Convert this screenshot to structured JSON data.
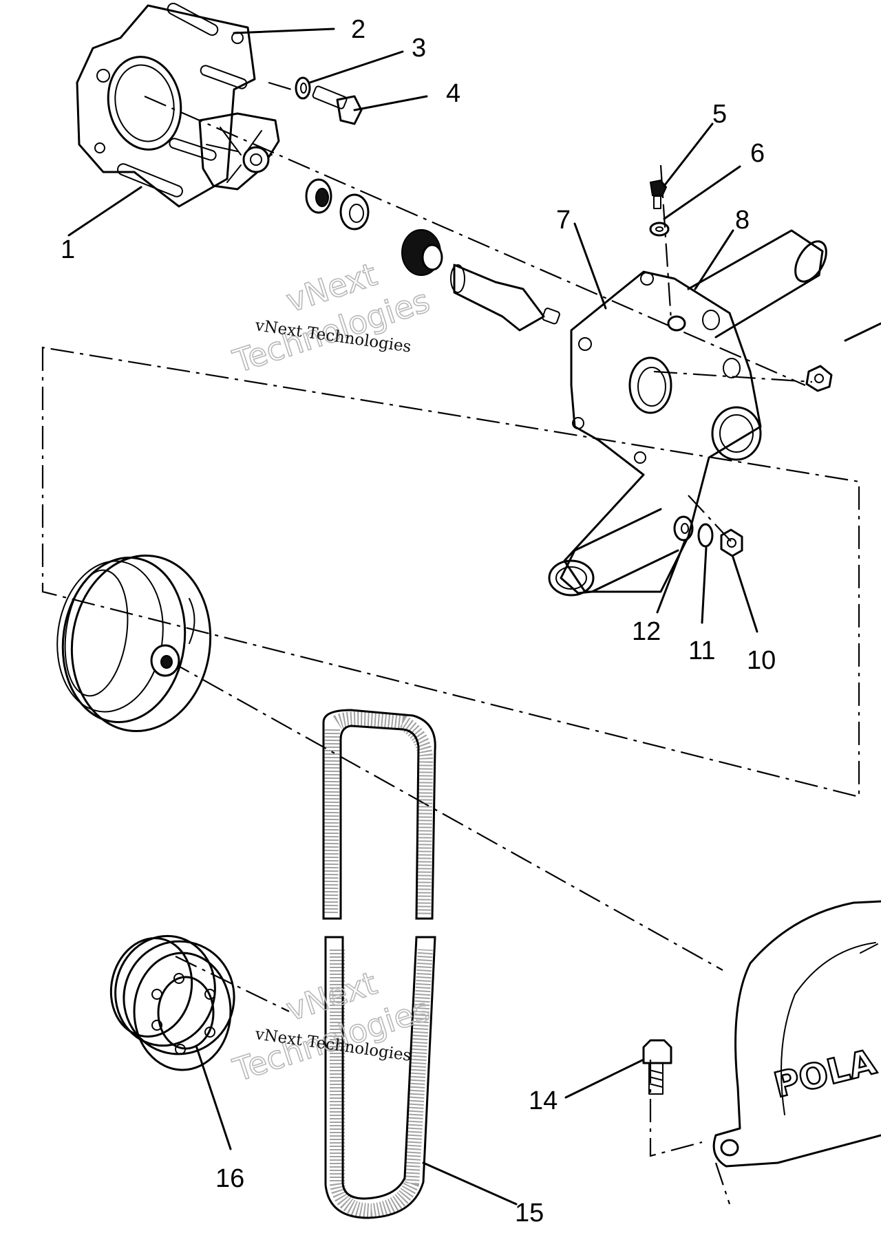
{
  "callouts": [
    {
      "id": "1",
      "label": "1"
    },
    {
      "id": "2",
      "label": "2"
    },
    {
      "id": "3",
      "label": "3"
    },
    {
      "id": "4",
      "label": "4"
    },
    {
      "id": "5",
      "label": "5"
    },
    {
      "id": "6",
      "label": "6"
    },
    {
      "id": "7",
      "label": "7"
    },
    {
      "id": "8",
      "label": "8"
    },
    {
      "id": "10",
      "label": "10"
    },
    {
      "id": "11",
      "label": "11"
    },
    {
      "id": "12",
      "label": "12"
    },
    {
      "id": "14",
      "label": "14"
    },
    {
      "id": "15",
      "label": "15"
    },
    {
      "id": "16",
      "label": "16"
    }
  ],
  "watermark": {
    "line1": "vNext",
    "line2": "Technologies",
    "caption": "vNext Technologies"
  },
  "brand_text": "POLA"
}
